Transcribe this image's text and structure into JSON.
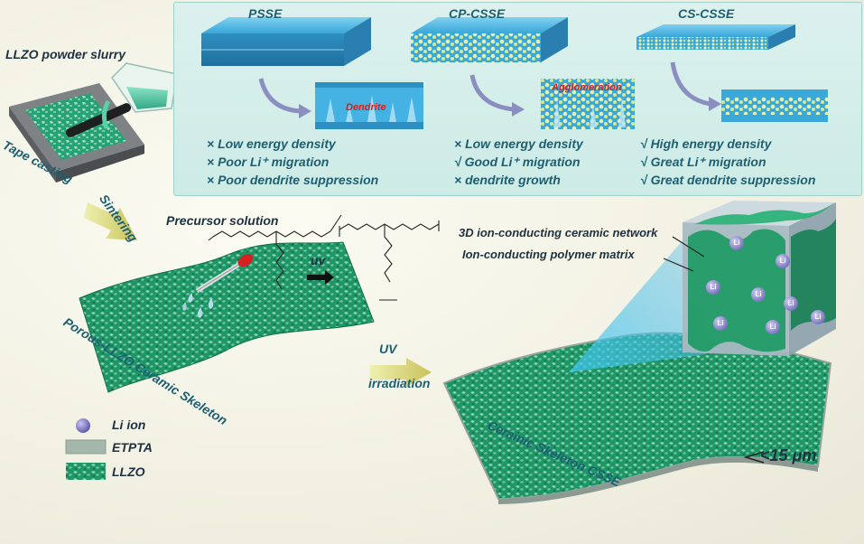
{
  "panel": {
    "psse": {
      "title": "PSSE",
      "callout": "Dendrite",
      "points": [
        "× Low energy density",
        "× Poor Li⁺ migration",
        "× Poor dendrite suppression"
      ]
    },
    "cp_csse": {
      "title": "CP-CSSE",
      "callout": "Agglomeration",
      "points": [
        "× Low energy density",
        "√ Good Li⁺ migration",
        "× dendrite growth"
      ]
    },
    "cs_csse": {
      "title": "CS-CSSE",
      "points": [
        "√ High energy density",
        "√ Great Li⁺ migration",
        "√ Great dendrite suppression"
      ]
    }
  },
  "process": {
    "slurry": "LLZO powder slurry",
    "tape_casting": "Tape casting",
    "sintering": "Sintering",
    "precursor": "Precursor solution",
    "uv": "uv",
    "skeleton": "Porous-LLZO Ceramic Skeleton",
    "uv_irradiation_1": "UV",
    "uv_irradiation_2": "irradiation",
    "network": "3D ion-conducting ceramic network",
    "polymer": "Ion-conducting polymer matrix",
    "product": "Ceramic Skeleton CSSE",
    "thickness": "<15 μm"
  },
  "legend": [
    {
      "label": "Li ion",
      "color": "#8a86c9"
    },
    {
      "label": "ETPTA",
      "color": "#9db3a8"
    },
    {
      "label": "LLZO",
      "color": "#1e9968"
    }
  ],
  "cube_ion_label": "Li",
  "colors": {
    "accent_text": "#1c5f72",
    "llzo_green": "#1e9968",
    "film_blue": "#3aa8d8",
    "red": "#d42020"
  }
}
